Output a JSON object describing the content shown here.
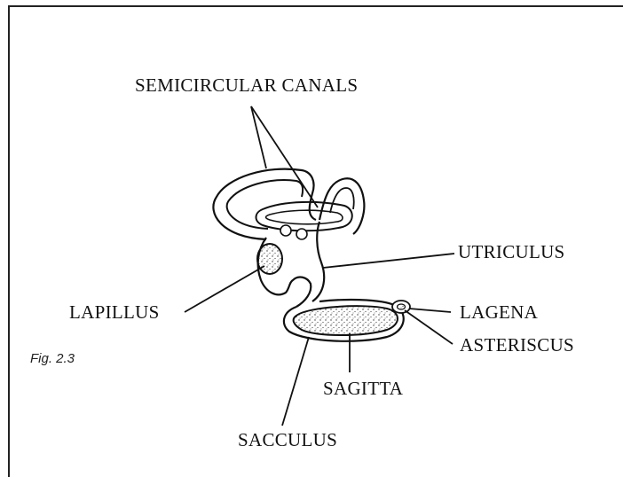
{
  "figure": {
    "caption": "Fig. 2.3",
    "labels": {
      "semicircular_canals": "SEMICIRCULAR CANALS",
      "utriculus": "UTRICULUS",
      "lapillus": "LAPILLUS",
      "lagena": "LAGENA",
      "asteriscus": "ASTERISCUS",
      "sagitta": "SAGITTA",
      "sacculus": "SACCULUS"
    }
  }
}
